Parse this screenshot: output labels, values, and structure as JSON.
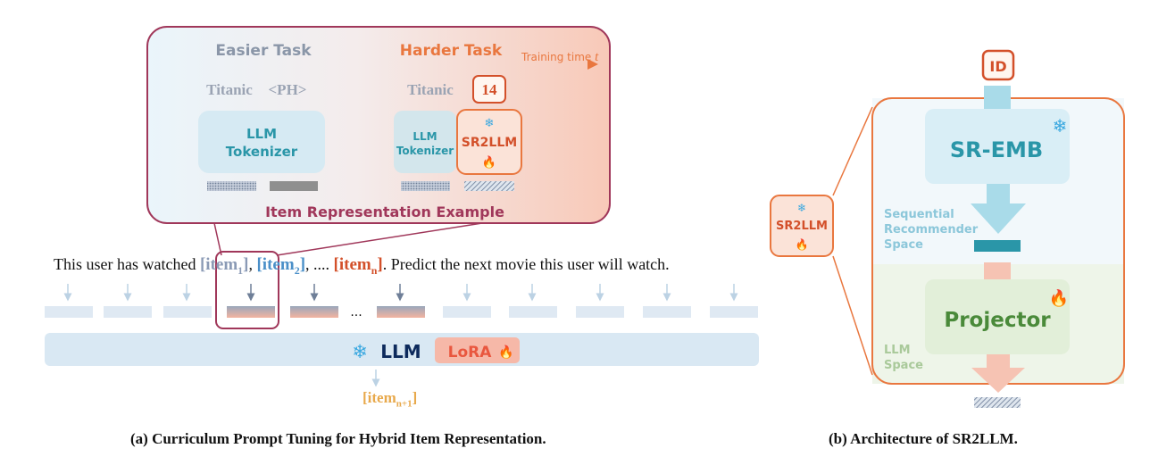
{
  "panel_a": {
    "easier_task": "Easier Task",
    "harder_task": "Harder Task",
    "training_time": "Training time",
    "training_time_var": "t",
    "titanic_left": "Titanic",
    "placeholder": "<PH>",
    "titanic_right": "Titanic",
    "id_number": "14",
    "llm_tokenizer_line1": "LLM",
    "llm_tokenizer_line2": "Tokenizer",
    "small_tokenizer_line1": "LLM",
    "small_tokenizer_line2": "Tokenizer",
    "sr2llm_small": "SR2LLM",
    "example_title": "Item Representation Example",
    "prompt": {
      "prefix": "This user has watched ",
      "item1_open": "[item",
      "item1_sub": "1",
      "item1_close": "]",
      "comma1": ", ",
      "item2_open": "[item",
      "item2_sub": "2",
      "item2_close": "]",
      "ellipsis": ", .... ",
      "itemn_open": "[item",
      "itemn_sub": "n",
      "itemn_close": "]",
      "suffix": ". Predict the next movie this user will watch."
    },
    "dots": "...",
    "llm_label": "LLM",
    "lora_label": "LoRA",
    "next_open": "[item",
    "next_sub": "n+1",
    "next_close": "]",
    "caption": "(a) Curriculum Prompt Tuning for Hybrid Item Representation."
  },
  "panel_b": {
    "id_label": "ID",
    "sr_emb_label": "SR-EMB",
    "seq_space_line1": "Sequential",
    "seq_space_line2": "Recommender",
    "seq_space_line3": "Space",
    "projector_label": "Projector",
    "llm_space_line1": "LLM",
    "llm_space_line2": "Space",
    "sr2llm_label": "SR2LLM",
    "caption": "(b) Architecture of SR2LLM."
  },
  "colors": {
    "frame_maroon": "#a0375a",
    "orange": "#e9773f",
    "light_blue": "#d6eaf3",
    "teal": "#2a96a8",
    "green": "#e2efd9",
    "easier_gray": "#8a96a8",
    "navy": "#0d2a5c"
  },
  "icons": [
    "snowflake-icon",
    "fire-icon",
    "arrow-icon"
  ]
}
